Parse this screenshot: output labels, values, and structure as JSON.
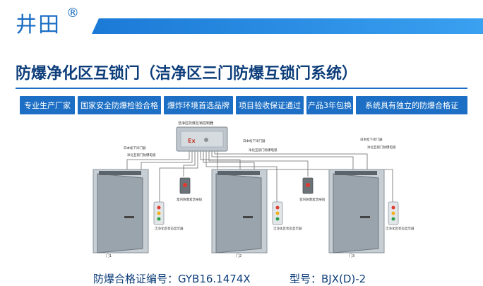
{
  "brand": {
    "name": "井田",
    "reg": "®",
    "color": "#1c6fc4"
  },
  "title": "防爆净化区互锁门（洁净区三门防爆互锁门系统）",
  "features": [
    "专业生产厂家",
    "国家安全防爆检验合格",
    "爆炸环境首选品牌",
    "项目验收保证通过",
    "产品3年包换",
    "系统具有独立的防爆合格证"
  ],
  "diagram": {
    "controller_label": "洁净区防爆互锁控制器",
    "controller_mark": "Ex",
    "doors": [
      {
        "label": "门1",
        "lock_label": "日本松下闭门器",
        "sensor_label": "净化互锁门防爆电锁",
        "indicator_label": "洁净化区状态显示器"
      },
      {
        "label": "门2",
        "lock_label": "日本松下闭门器",
        "sensor_label": "净化互锁门防爆电锁",
        "indicator_label": "洁净化区状态显示器"
      },
      {
        "label": "门3",
        "lock_label": "日本松下闭门器",
        "sensor_label": "净化互锁门防爆电锁",
        "indicator_label": "洁净化区状态显示器"
      }
    ],
    "emergency_labels": [
      "室内防爆紧急按钮",
      "室内防爆紧急按钮"
    ]
  },
  "footer": {
    "cert_label": "防爆合格证编号：GYB16.1474X",
    "model_label": "型号：BJX(D)-2"
  }
}
